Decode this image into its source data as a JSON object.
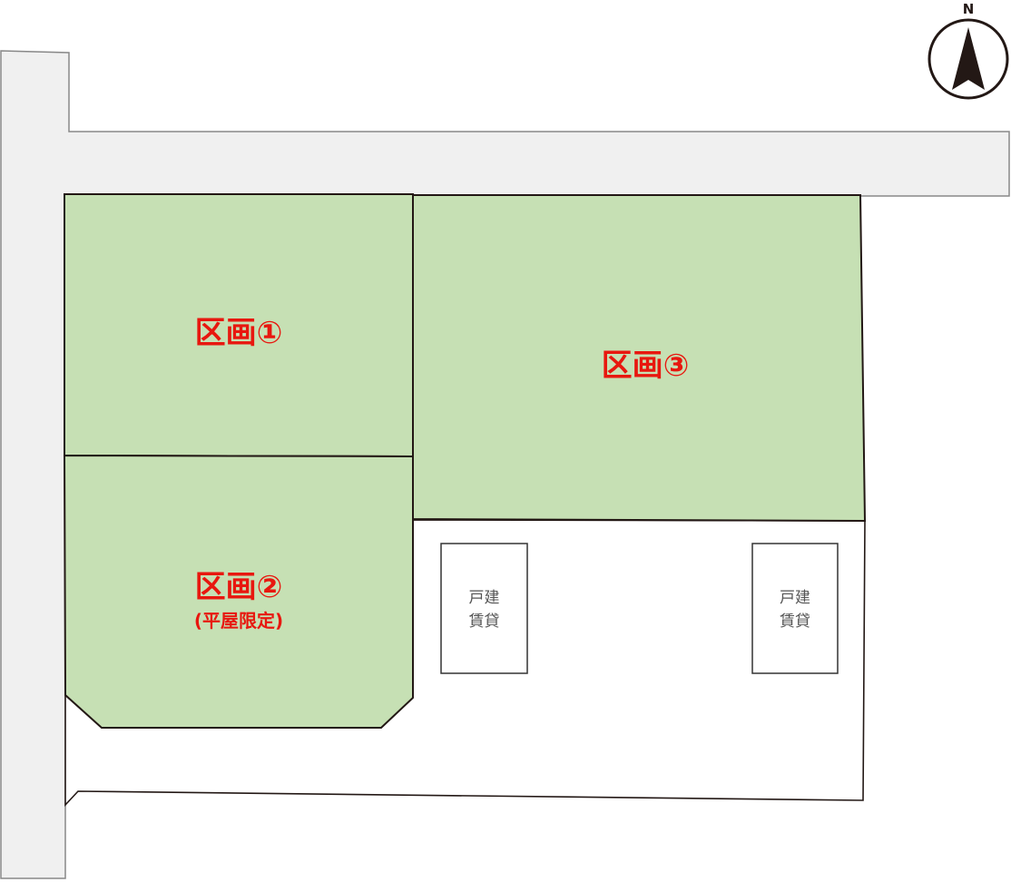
{
  "map": {
    "north_label": "N",
    "lots": [
      {
        "id": "lot-1",
        "label": "区画①",
        "sub": ""
      },
      {
        "id": "lot-2",
        "label": "区画②",
        "sub": "(平屋限定)"
      },
      {
        "id": "lot-3",
        "label": "区画③",
        "sub": ""
      }
    ],
    "buildings": [
      {
        "line1": "戸建",
        "line2": "賃貸"
      },
      {
        "line1": "戸建",
        "line2": "賃貸"
      }
    ],
    "colors": {
      "road_fill": "#f0f0f0",
      "road_stroke": "#888888",
      "lot_fill": "#c6e0b4",
      "lot_stroke": "#231815",
      "label_color": "#e8170f",
      "building_stroke": "#333333",
      "building_text": "#555555"
    },
    "icons": [
      "north-arrow-icon"
    ]
  }
}
